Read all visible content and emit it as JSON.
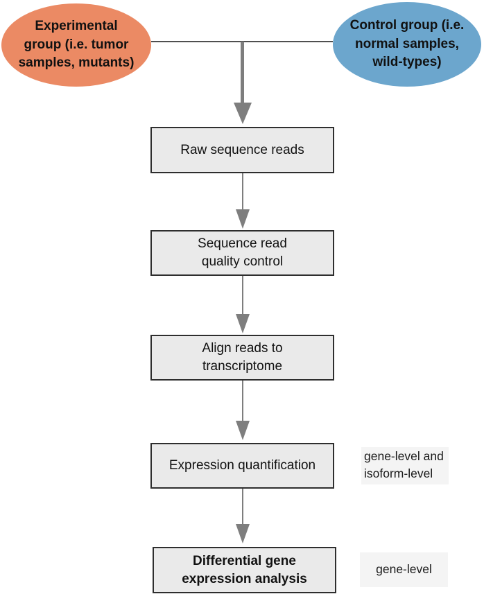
{
  "flow": {
    "groups": {
      "experimental": {
        "label": "Experimental\ngroup (i.e. tumor\nsamples, mutants)",
        "fill": "#EB8A64"
      },
      "control": {
        "label": "Control group (i.e.\nnormal samples,\nwild-types)",
        "fill": "#6CA6CD"
      }
    },
    "steps": [
      {
        "label": "Raw sequence reads"
      },
      {
        "label": "Sequence read\nquality control"
      },
      {
        "label": "Align reads to\ntranscriptome"
      },
      {
        "label": "Expression quantification",
        "annotation": "gene-level and\nisoform-level"
      },
      {
        "label": "Differential gene\nexpression analysis",
        "annotation": "gene-level"
      }
    ]
  },
  "colors": {
    "experimental_fill": "#EB8A64",
    "control_fill": "#6CA6CD",
    "box_fill": "#EAEAEA",
    "box_border": "#2E2E2E",
    "connector_gray": "#7E7E7E",
    "line_dark": "#4F4F4F",
    "annotation_bg": "#F4F4F4",
    "text_color": "#111111"
  }
}
